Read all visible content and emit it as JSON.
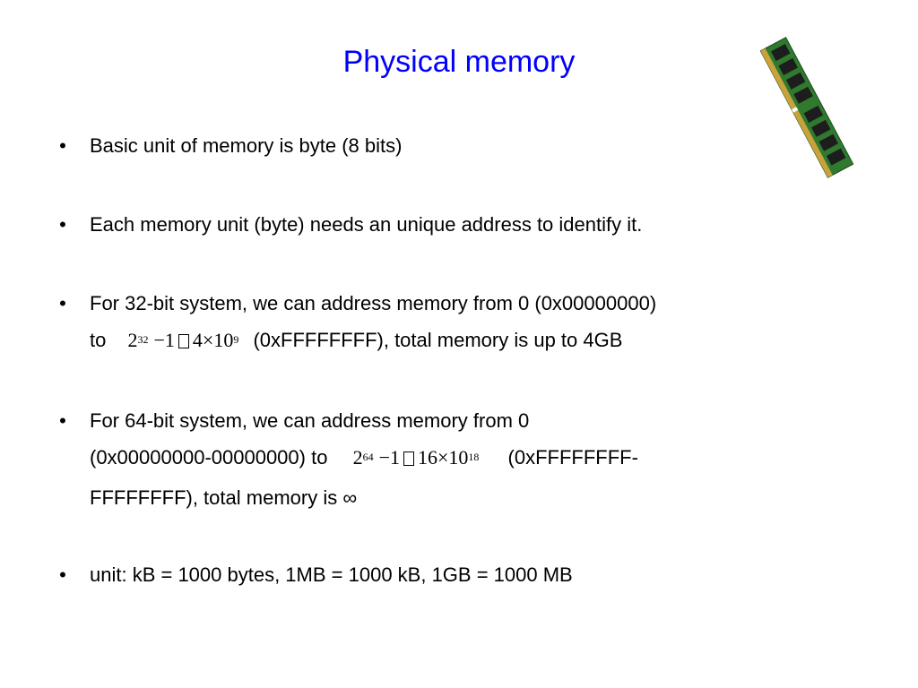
{
  "slide": {
    "title": "Physical memory",
    "bullet": "•",
    "b1": "Basic unit of memory is byte (8 bits)",
    "b2": "Each memory unit (byte) needs an unique address to identify it.",
    "b3_line1": "For 32-bit system, we can address memory from 0 (0x00000000)",
    "b3_to": "to",
    "b3_expr": {
      "base": "2",
      "exp": "32",
      "minus": "−1",
      "coef": "4",
      "times": "×10",
      "pow": "9"
    },
    "b3_after": "(0xFFFFFFFF), total memory is up to 4GB",
    "b4_line1": "For 64-bit system, we can address memory from 0",
    "b4_line2_pre": "(0x00000000-00000000) to",
    "b4_expr": {
      "base": "2",
      "exp": "64",
      "minus": "−1",
      "coef": "16",
      "times": "×10",
      "pow": "18"
    },
    "b4_line2_post": "(0xFFFFFFFF-",
    "b4_line3": "FFFFFFFF), total memory is ∞",
    "b5": "unit:  kB = 1000 bytes, 1MB = 1000 kB, 1GB = 1000 MB"
  },
  "icons": {
    "ram": "ram-module-icon"
  },
  "colors": {
    "title": "#0000ff",
    "ram_board": "#2f7a2f",
    "ram_chip": "#1d1d1d"
  }
}
